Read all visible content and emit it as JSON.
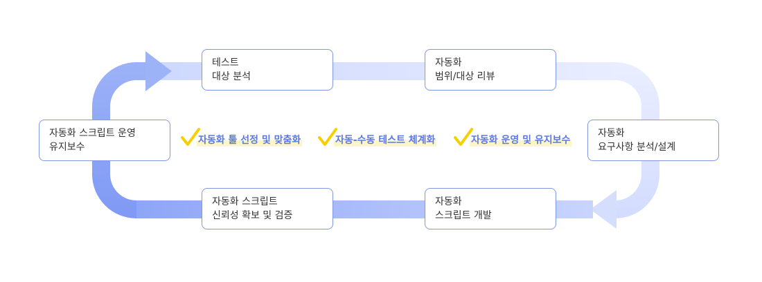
{
  "steps": [
    {
      "line1": "테스트",
      "line2": "대상 분석"
    },
    {
      "line1": "자동화",
      "line2": "범위/대상 리뷰"
    },
    {
      "line1": "자동화",
      "line2": "요구사항 분석/설계"
    },
    {
      "line1": "자동화",
      "line2": "스크립트 개발"
    },
    {
      "line1": "자동화 스크립트",
      "line2": "신뢰성 확보 및 검증"
    },
    {
      "line1": "자동화 스크립트 운영",
      "line2": "유지보수"
    }
  ],
  "principles": [
    "자동화 툴 선정 및 맞춤화",
    "자동-수동 테스트 체계화",
    "자동화 운영 및 유지보수"
  ],
  "colors": {
    "box_border": "#7f97e6",
    "principle_text": "#5b77e4",
    "highlight": "#fbf6c6",
    "check": "#f5d000",
    "arrow_dark": "#7f9bf5",
    "arrow_light": "#e6ebff"
  }
}
